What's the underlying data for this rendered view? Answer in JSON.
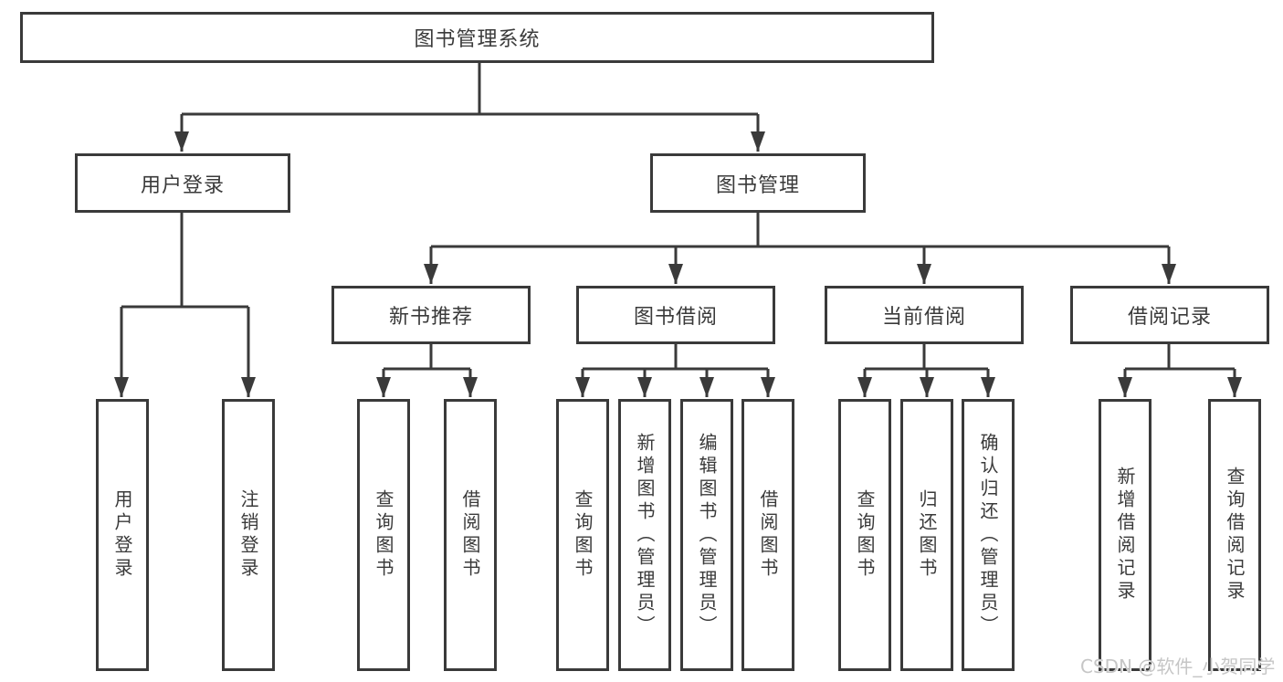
{
  "diagram": {
    "title": "图书管理系统",
    "colors": {
      "line": "#3a3a3a",
      "box_bg": "#ffffff",
      "watermark": "#c6c6c6"
    },
    "root": {
      "label": "图书管理系统"
    },
    "level2": {
      "user_login": {
        "label": "用户登录"
      },
      "book_management": {
        "label": "图书管理"
      }
    },
    "level3": {
      "new_book_recommend": {
        "label": "新书推荐"
      },
      "book_borrow": {
        "label": "图书借阅"
      },
      "current_borrow": {
        "label": "当前借阅"
      },
      "borrow_record": {
        "label": "借阅记录"
      }
    },
    "leaves": {
      "user_login": [
        "用户登录",
        "注销登录"
      ],
      "new_book_recommend": [
        "查询图书",
        "借阅图书"
      ],
      "book_borrow": [
        "查询图书",
        "新增图书（管理员）",
        "编辑图书（管理员）",
        "借阅图书"
      ],
      "current_borrow": [
        "查询图书",
        "归还图书",
        "确认归还（管理员）"
      ],
      "borrow_record": [
        "新增借阅记录",
        "查询借阅记录"
      ]
    },
    "watermark": "CSDN @软件_小贺同学"
  }
}
